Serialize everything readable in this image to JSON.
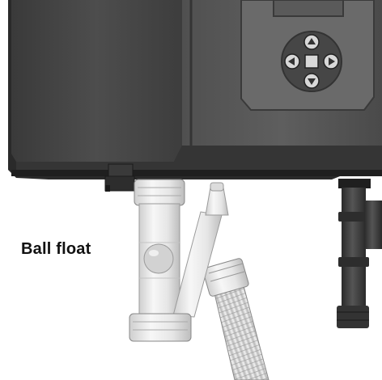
{
  "labels": {
    "ball_float": "Ball float"
  },
  "controls": {
    "buttons": [
      "up-arrow",
      "left-arrow",
      "center-square",
      "right-arrow",
      "down-arrow"
    ]
  },
  "colors": {
    "unit_dark": "#2f2f2f",
    "unit_mid": "#4a4a4a",
    "unit_light": "#5a5a5a",
    "fitting_clear": "#eeeeee",
    "hose": "#e3e3e3",
    "pipe_dark": "#3a3a3a"
  }
}
